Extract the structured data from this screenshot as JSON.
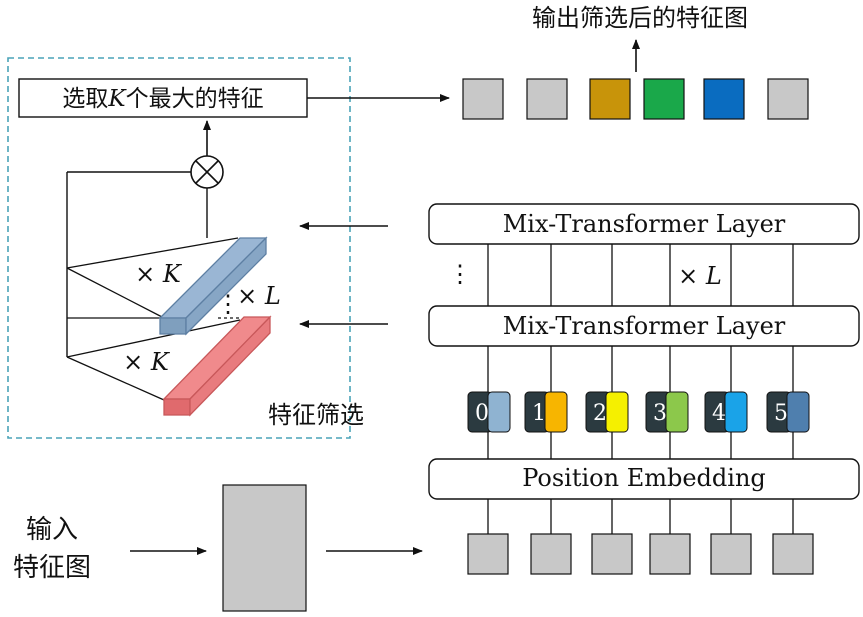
{
  "labels": {
    "output_title": "输出筛选后的特征图",
    "select_topk": "选取K个最大的特征",
    "select_prefix": "选取",
    "select_k": "K",
    "select_suffix": "个最大的特征",
    "feature_filter": "特征筛选",
    "input_line1": "输入",
    "input_line2": "特征图",
    "mix_layer_top": "Mix-Transformer Layer",
    "mix_layer_bottom": "Mix-Transformer Layer",
    "position_embedding": "Position Embedding",
    "times_L_right": "× L",
    "times_L_left": "× L",
    "times_K_top": "× K",
    "times_K_bottom": "× K",
    "vdots": "⋮",
    "multiply_symbol": "⊗"
  },
  "output_tokens": [
    {
      "color": "#c8c8c8"
    },
    {
      "color": "#c8c8c8"
    },
    {
      "color": "#c8940a"
    },
    {
      "color": "#1aa84a"
    },
    {
      "color": "#0a6cc0"
    },
    {
      "color": "#c8c8c8"
    }
  ],
  "position_tokens": [
    {
      "index": "0",
      "color": "#8fb3d1"
    },
    {
      "index": "1",
      "color": "#f7b500"
    },
    {
      "index": "2",
      "color": "#f5f000"
    },
    {
      "index": "3",
      "color": "#8cc84b"
    },
    {
      "index": "4",
      "color": "#1aa3e8"
    },
    {
      "index": "5",
      "color": "#4f7fae"
    }
  ],
  "colors": {
    "dashed_border": "#4aa3b8",
    "token_dark": "#2b3a40",
    "gray_token": "#c8c8c8",
    "blue_bar": "#9ab6d4",
    "red_bar": "#f08a8c"
  }
}
